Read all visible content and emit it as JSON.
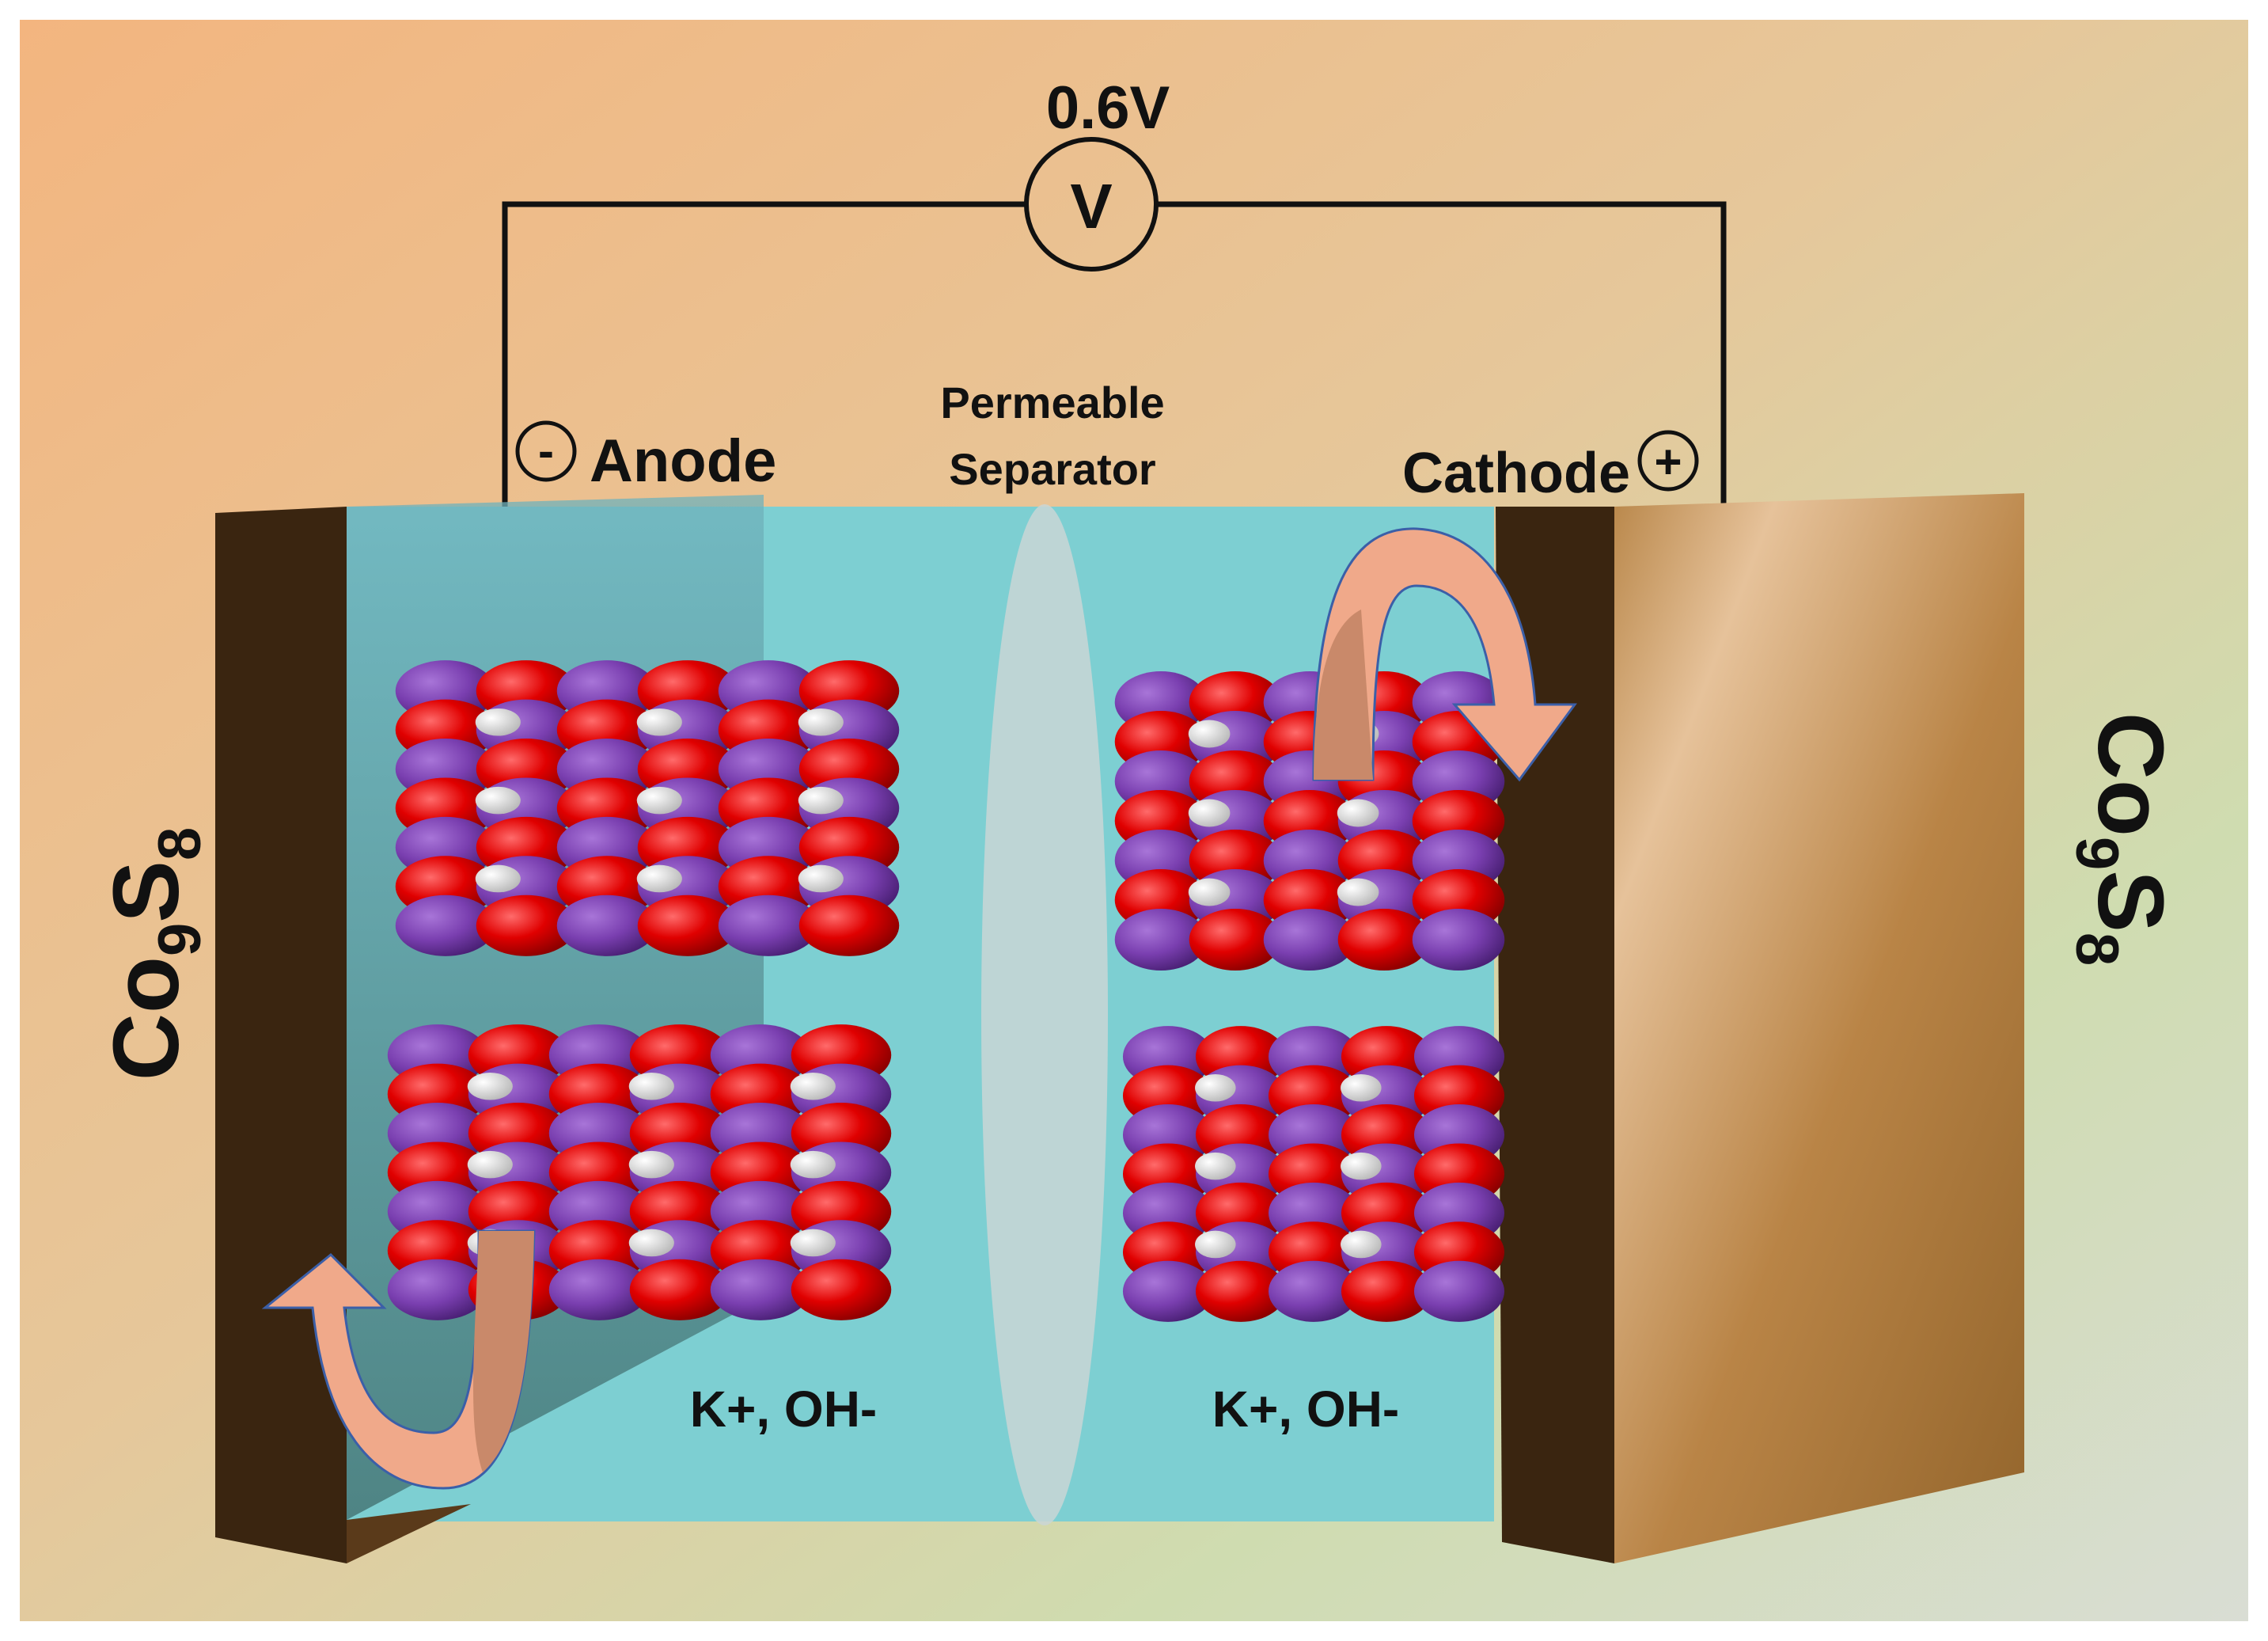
{
  "labels": {
    "voltage": "0.6V",
    "voltmeter_symbol": "V",
    "anode": "Anode",
    "anode_sign": "-",
    "cathode": "Cathode",
    "cathode_sign": "+",
    "separator_line1": "Permeable",
    "separator_line2": "Separator",
    "electrolyte_left": "K+, OH-",
    "electrolyte_right": "K+, OH-",
    "left_material_main": "Co",
    "left_material_sub1": "9",
    "left_material_s": "S",
    "left_material_sub2": "8",
    "right_material_main": "Co",
    "right_material_sub1": "9",
    "right_material_s": "S",
    "right_material_sub2": "8"
  },
  "colors": {
    "electrolyte": "#7dcfd2",
    "electrode_dark": "#3a2510",
    "electrode_face": "#b07c3f",
    "arrow_fill": "#f0a98a",
    "arrow_inner": "#c9896a",
    "oxygen_atom": "#e00000",
    "potassium_atom": "#7a3fb0",
    "hydrogen_atom": "#e8e8e8",
    "separator": "#c9d6d6"
  }
}
